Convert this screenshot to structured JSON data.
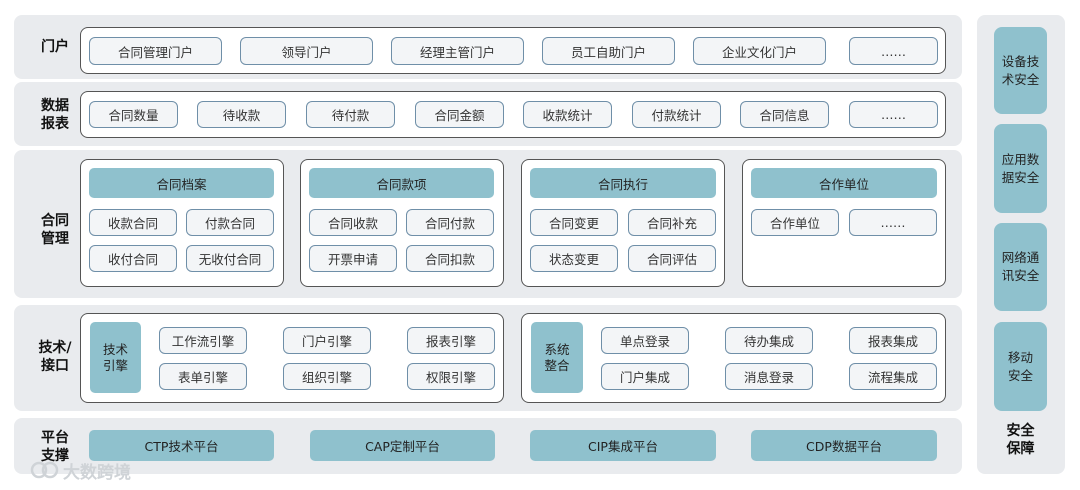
{
  "portal": {
    "label": "门户",
    "items": [
      "合同管理门户",
      "领导门户",
      "经理主管门户",
      "员工自助门户",
      "企业文化门户",
      "……"
    ]
  },
  "reports": {
    "label": "数据\n报表",
    "items": [
      "合同数量",
      "待收款",
      "待付款",
      "合同金额",
      "收款统计",
      "付款统计",
      "合同信息",
      "……"
    ]
  },
  "contract_mgmt": {
    "label": "合同\n管理",
    "groups": [
      {
        "title": "合同档案",
        "items": [
          "收款合同",
          "付款合同",
          "收付合同",
          "无收付合同"
        ]
      },
      {
        "title": "合同款项",
        "items": [
          "合同收款",
          "合同付款",
          "开票申请",
          "合同扣款"
        ]
      },
      {
        "title": "合同执行",
        "items": [
          "合同变更",
          "合同补充",
          "状态变更",
          "合同评估"
        ]
      },
      {
        "title": "合作单位",
        "items": [
          "合作单位",
          "……"
        ]
      }
    ]
  },
  "tech": {
    "label": "技术/\n接口",
    "engine_group": {
      "title": "技术\n引擎",
      "items": [
        "工作流引擎",
        "门户引擎",
        "报表引擎",
        "表单引擎",
        "组织引擎",
        "权限引擎"
      ]
    },
    "integration_group": {
      "title": "系统\n整合",
      "items": [
        "单点登录",
        "待办集成",
        "报表集成",
        "门户集成",
        "消息登录",
        "流程集成"
      ]
    }
  },
  "platform": {
    "label": "平台\n支撑",
    "items": [
      "CTP技术平台",
      "CAP定制平台",
      "CIP集成平台",
      "CDP数据平台"
    ]
  },
  "security": {
    "label": "安全\n保障",
    "items": [
      "设备技\n术安全",
      "应用数\n据安全",
      "网络通\n讯安全",
      "移动\n安全"
    ]
  },
  "watermark": {
    "text": "大数跨境"
  },
  "colors": {
    "band": "#e9ebee",
    "accent": "#8fc1cd",
    "pill_border": "#6f8fa8",
    "frame_border": "#555555"
  }
}
